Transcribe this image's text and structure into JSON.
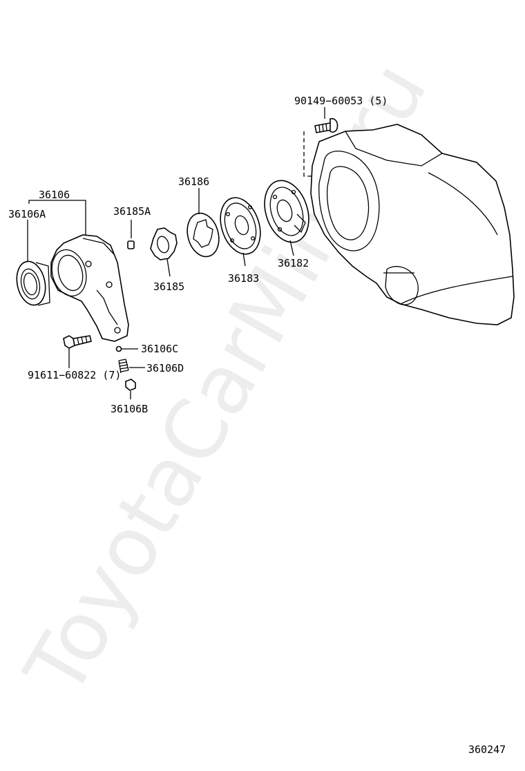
{
  "watermark": "ToyotaCarMine.ru",
  "diagram_id": "360247",
  "labels": {
    "p90149": "90149−60053 (5)",
    "p36106": "36106",
    "p36106A": "36106A",
    "p36185A": "36185A",
    "p36186": "36186",
    "p36185": "36185",
    "p36183": "36183",
    "p36182": "36182",
    "p36106C": "36106C",
    "p36106D": "36106D",
    "p36106B": "36106B",
    "p91611": "91611−60822 (7)"
  }
}
